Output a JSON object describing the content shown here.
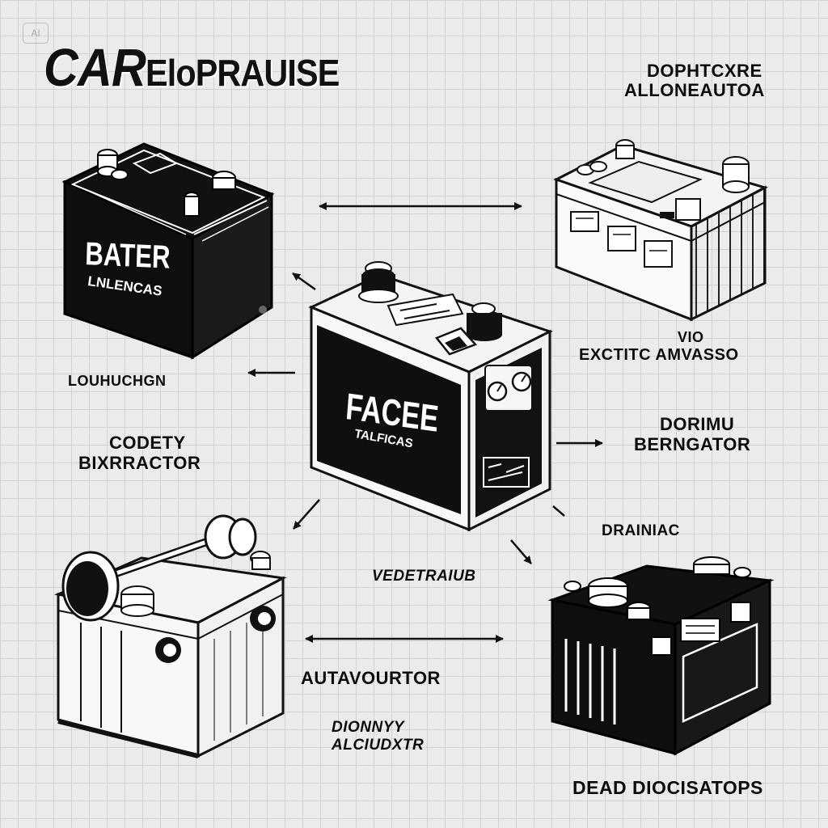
{
  "badge": "AI",
  "title": {
    "part1": "CAR",
    "part2": "EloPRAUISE"
  },
  "labels": {
    "top_right_1": "DOPHTCXRE",
    "top_right_2": "ALLONEAUTOA",
    "battery_tl_1": "BATER",
    "battery_tl_2": "LNLENCAS",
    "left_mid": "LOUHUCHGN",
    "codety_1": "CODETY",
    "codety_2": "BIXRRACTOR",
    "center_1": "FACEE",
    "center_2": "TALFICAS",
    "vio_1": "VIO",
    "vio_2": "EXCTITC AMVASSO",
    "dorimu_1": "DORIMU",
    "dorimu_2": "BERNGATOR",
    "drainiac": "DRAINIAC",
    "vedetraiub": "VEDETRAIUB",
    "autavourtor": "AUTAVOURTOR",
    "dionnyy_1": "DIONNYY",
    "dionnyy_2": "ALCIUDXTR",
    "dead": "DEAD DIOCISATOPS"
  }
}
